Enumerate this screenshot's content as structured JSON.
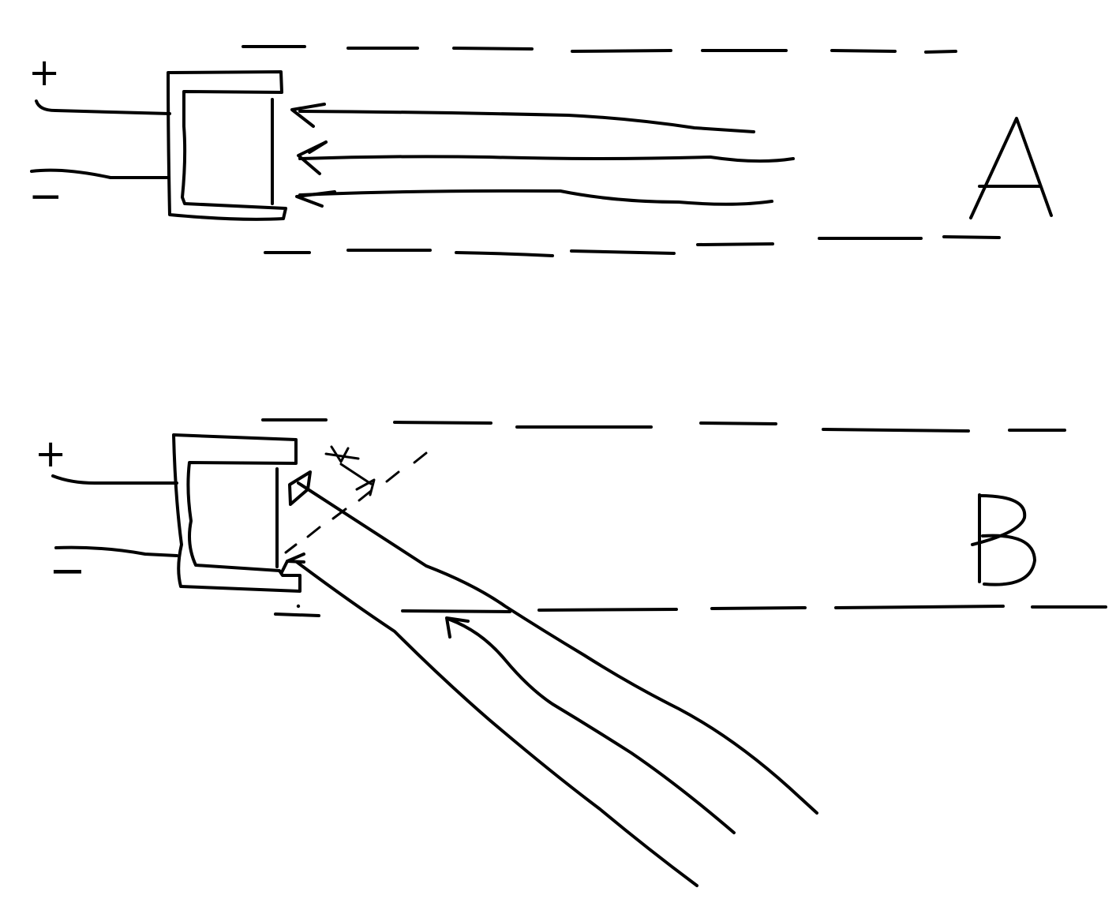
{
  "panels": [
    {
      "id": "A",
      "label": "A",
      "terminal_positive": "+",
      "terminal_negative": "−"
    },
    {
      "id": "B",
      "label": "B",
      "terminal_positive": "+",
      "terminal_negative": "−"
    }
  ],
  "colors": {
    "ink": "#000000",
    "background": "#ffffff"
  }
}
